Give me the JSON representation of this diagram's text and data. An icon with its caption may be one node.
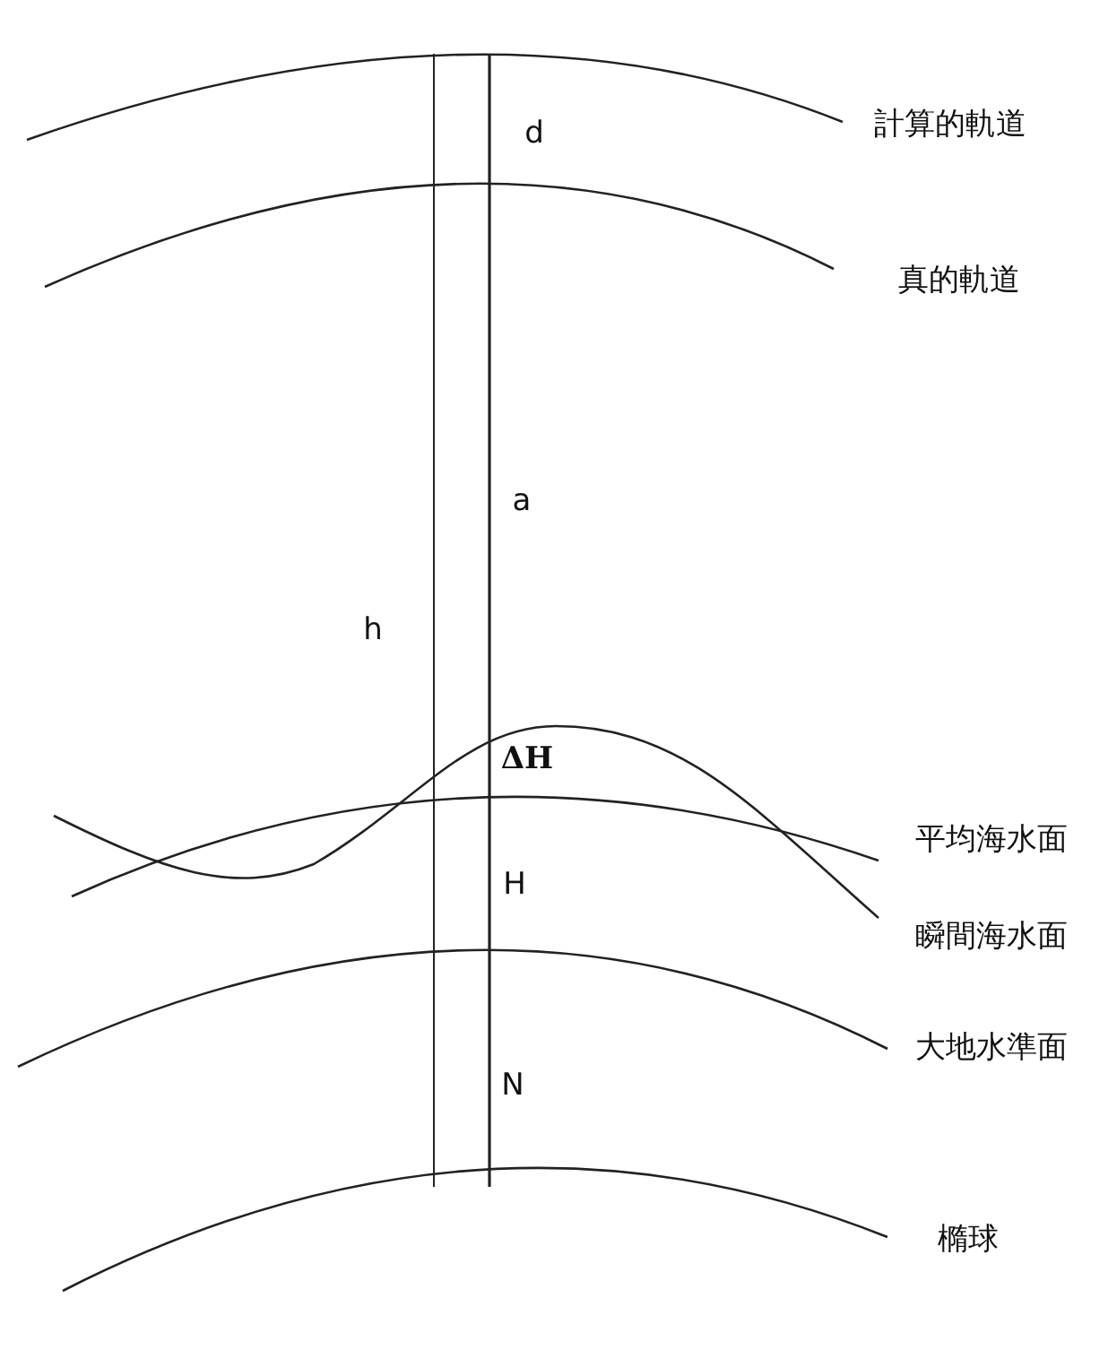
{
  "diagram": {
    "labels": [
      "d",
      "計算的軌道",
      "真的軌道",
      "a",
      "h",
      "ΔH",
      "平均海水面",
      "H",
      "瞬間海水面",
      "大地水準面",
      "N",
      "橢球"
    ]
  }
}
